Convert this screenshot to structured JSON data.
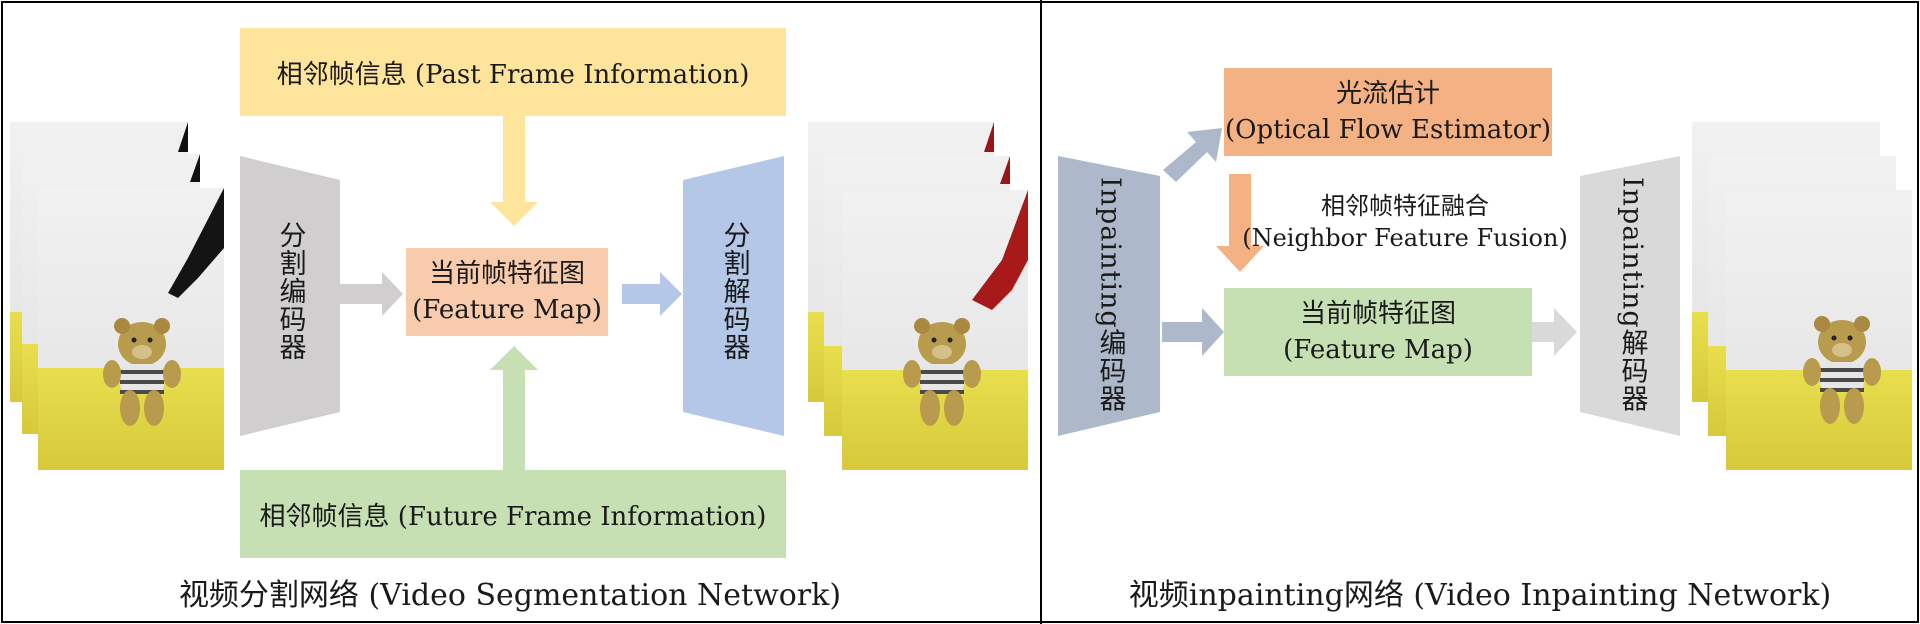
{
  "colors": {
    "yellow": "#FFE49B",
    "salmon": "#F8CBAD",
    "green": "#C6E0B4",
    "gray": "#D0CECE",
    "blue": "#B4C7E7",
    "slate": "#ADB9CA",
    "orange": "#F4B183",
    "border": "#000000"
  },
  "left": {
    "past_frame": "相邻帧信息  (Past Frame Information)",
    "future_frame": "相邻帧信息  (Future Frame Information)",
    "feature_map_cn": "当前帧特征图",
    "feature_map_en": "(Feature Map)",
    "encoder": "分割编码器",
    "decoder": "分割解码器",
    "caption": "视频分割网络  (Video Segmentation Network)"
  },
  "right": {
    "flow_cn": "光流估计",
    "flow_en": "(Optical Flow Estimator)",
    "fusion_cn": "相邻帧特征融合",
    "fusion_en": "(Neighbor Feature Fusion)",
    "feature_map_cn": "当前帧特征图",
    "feature_map_en": "(Feature Map)",
    "encoder": "Inpainting编码器",
    "decoder": "Inpainting解码器",
    "caption": "视频inpainting网络 (Video Inpainting Network)"
  },
  "icons": {
    "frames": "teddy-bear-video-frames",
    "mask": "segmentation-mask-hand",
    "arrow": "block-arrow"
  }
}
